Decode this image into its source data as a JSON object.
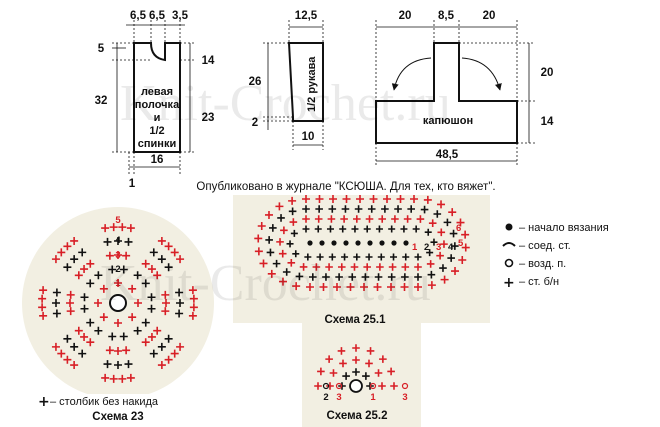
{
  "watermarks": [
    "Knit-Crochet.ru",
    "Knit-Crochet.ru"
  ],
  "publication": "Опубликовано в журнале \"КСЮША. Для тех, кто вяжет\".",
  "front": {
    "label_lines": [
      "левая",
      "полочка",
      "и",
      "1/2",
      "спинки"
    ],
    "dims": {
      "top_a": "6,5",
      "top_b": "6,5",
      "top_c": "3,5",
      "left_neck": "5",
      "left_total": "32",
      "right_top": "14",
      "right_lower": "23",
      "bottom": "16",
      "bottom_left": "1"
    }
  },
  "sleeve": {
    "label": "1/2 рукава",
    "dims": {
      "top": "12,5",
      "left": "26",
      "left_small": "2",
      "bottom": "10"
    }
  },
  "hood": {
    "label": "капюшон",
    "dims": {
      "top_left": "20",
      "top_mid": "8,5",
      "top_right": "20",
      "right_top": "20",
      "right_lower": "14",
      "bottom": "48,5"
    }
  },
  "schemes": {
    "s23": {
      "caption": "Схема 23",
      "legend": "– столбик без накида",
      "row_numbers": [
        "5",
        "4",
        "3",
        "2",
        "1"
      ]
    },
    "s251": {
      "caption": "Схема 25.1",
      "row_numbers": [
        "1",
        "2",
        "3",
        "4",
        "5",
        "6"
      ]
    },
    "s252": {
      "caption": "Схема 25.2",
      "row_numbers": [
        "2",
        "3",
        "1",
        "3"
      ]
    }
  },
  "legend": [
    {
      "symbol": "dot-icon",
      "text": "– начало вязания"
    },
    {
      "symbol": "slip-stitch-icon",
      "text": "– соед. ст."
    },
    {
      "symbol": "chain-icon",
      "text": "– возд. п."
    },
    {
      "symbol": "plus-icon",
      "text": "– ст. б/н"
    }
  ],
  "colors": {
    "red": "#d81f26",
    "black": "#111111",
    "bg": "#f2efe2"
  }
}
